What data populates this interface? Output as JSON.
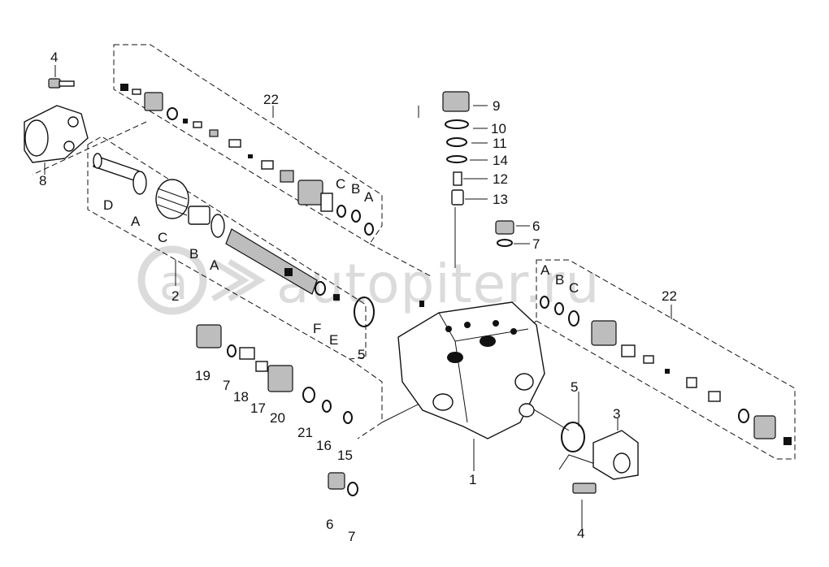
{
  "watermark": {
    "text": "autopiter.ru"
  },
  "callouts": {
    "c1": "1",
    "c2": "2",
    "c3": "3",
    "c4a": "4",
    "c4b": "4",
    "c5a": "5",
    "c5b": "5",
    "c6a": "6",
    "c6b": "6",
    "c7a": "7",
    "c7b": "7",
    "c7c": "7",
    "c8": "8",
    "c9": "9",
    "c10": "10",
    "c11": "11",
    "c12": "12",
    "c13": "13",
    "c14": "14",
    "c15": "15",
    "c16": "16",
    "c17": "17",
    "c18": "18",
    "c19": "19",
    "c20": "20",
    "c21": "21",
    "c22a": "22",
    "c22b": "22",
    "cA1": "A",
    "cA2": "A",
    "cA3": "A",
    "cA4": "A",
    "cB1": "B",
    "cB2": "B",
    "cB3": "B",
    "cC1": "C",
    "cC2": "C",
    "cC3": "C",
    "cD": "D",
    "cE": "E",
    "cF": "F"
  }
}
